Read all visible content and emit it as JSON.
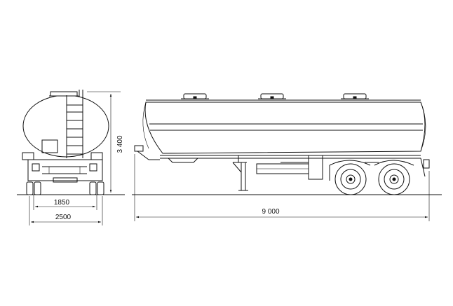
{
  "dimensions": {
    "height": "3 400",
    "track_width": "1850",
    "overall_width": "2500",
    "overall_length": "9 000"
  }
}
